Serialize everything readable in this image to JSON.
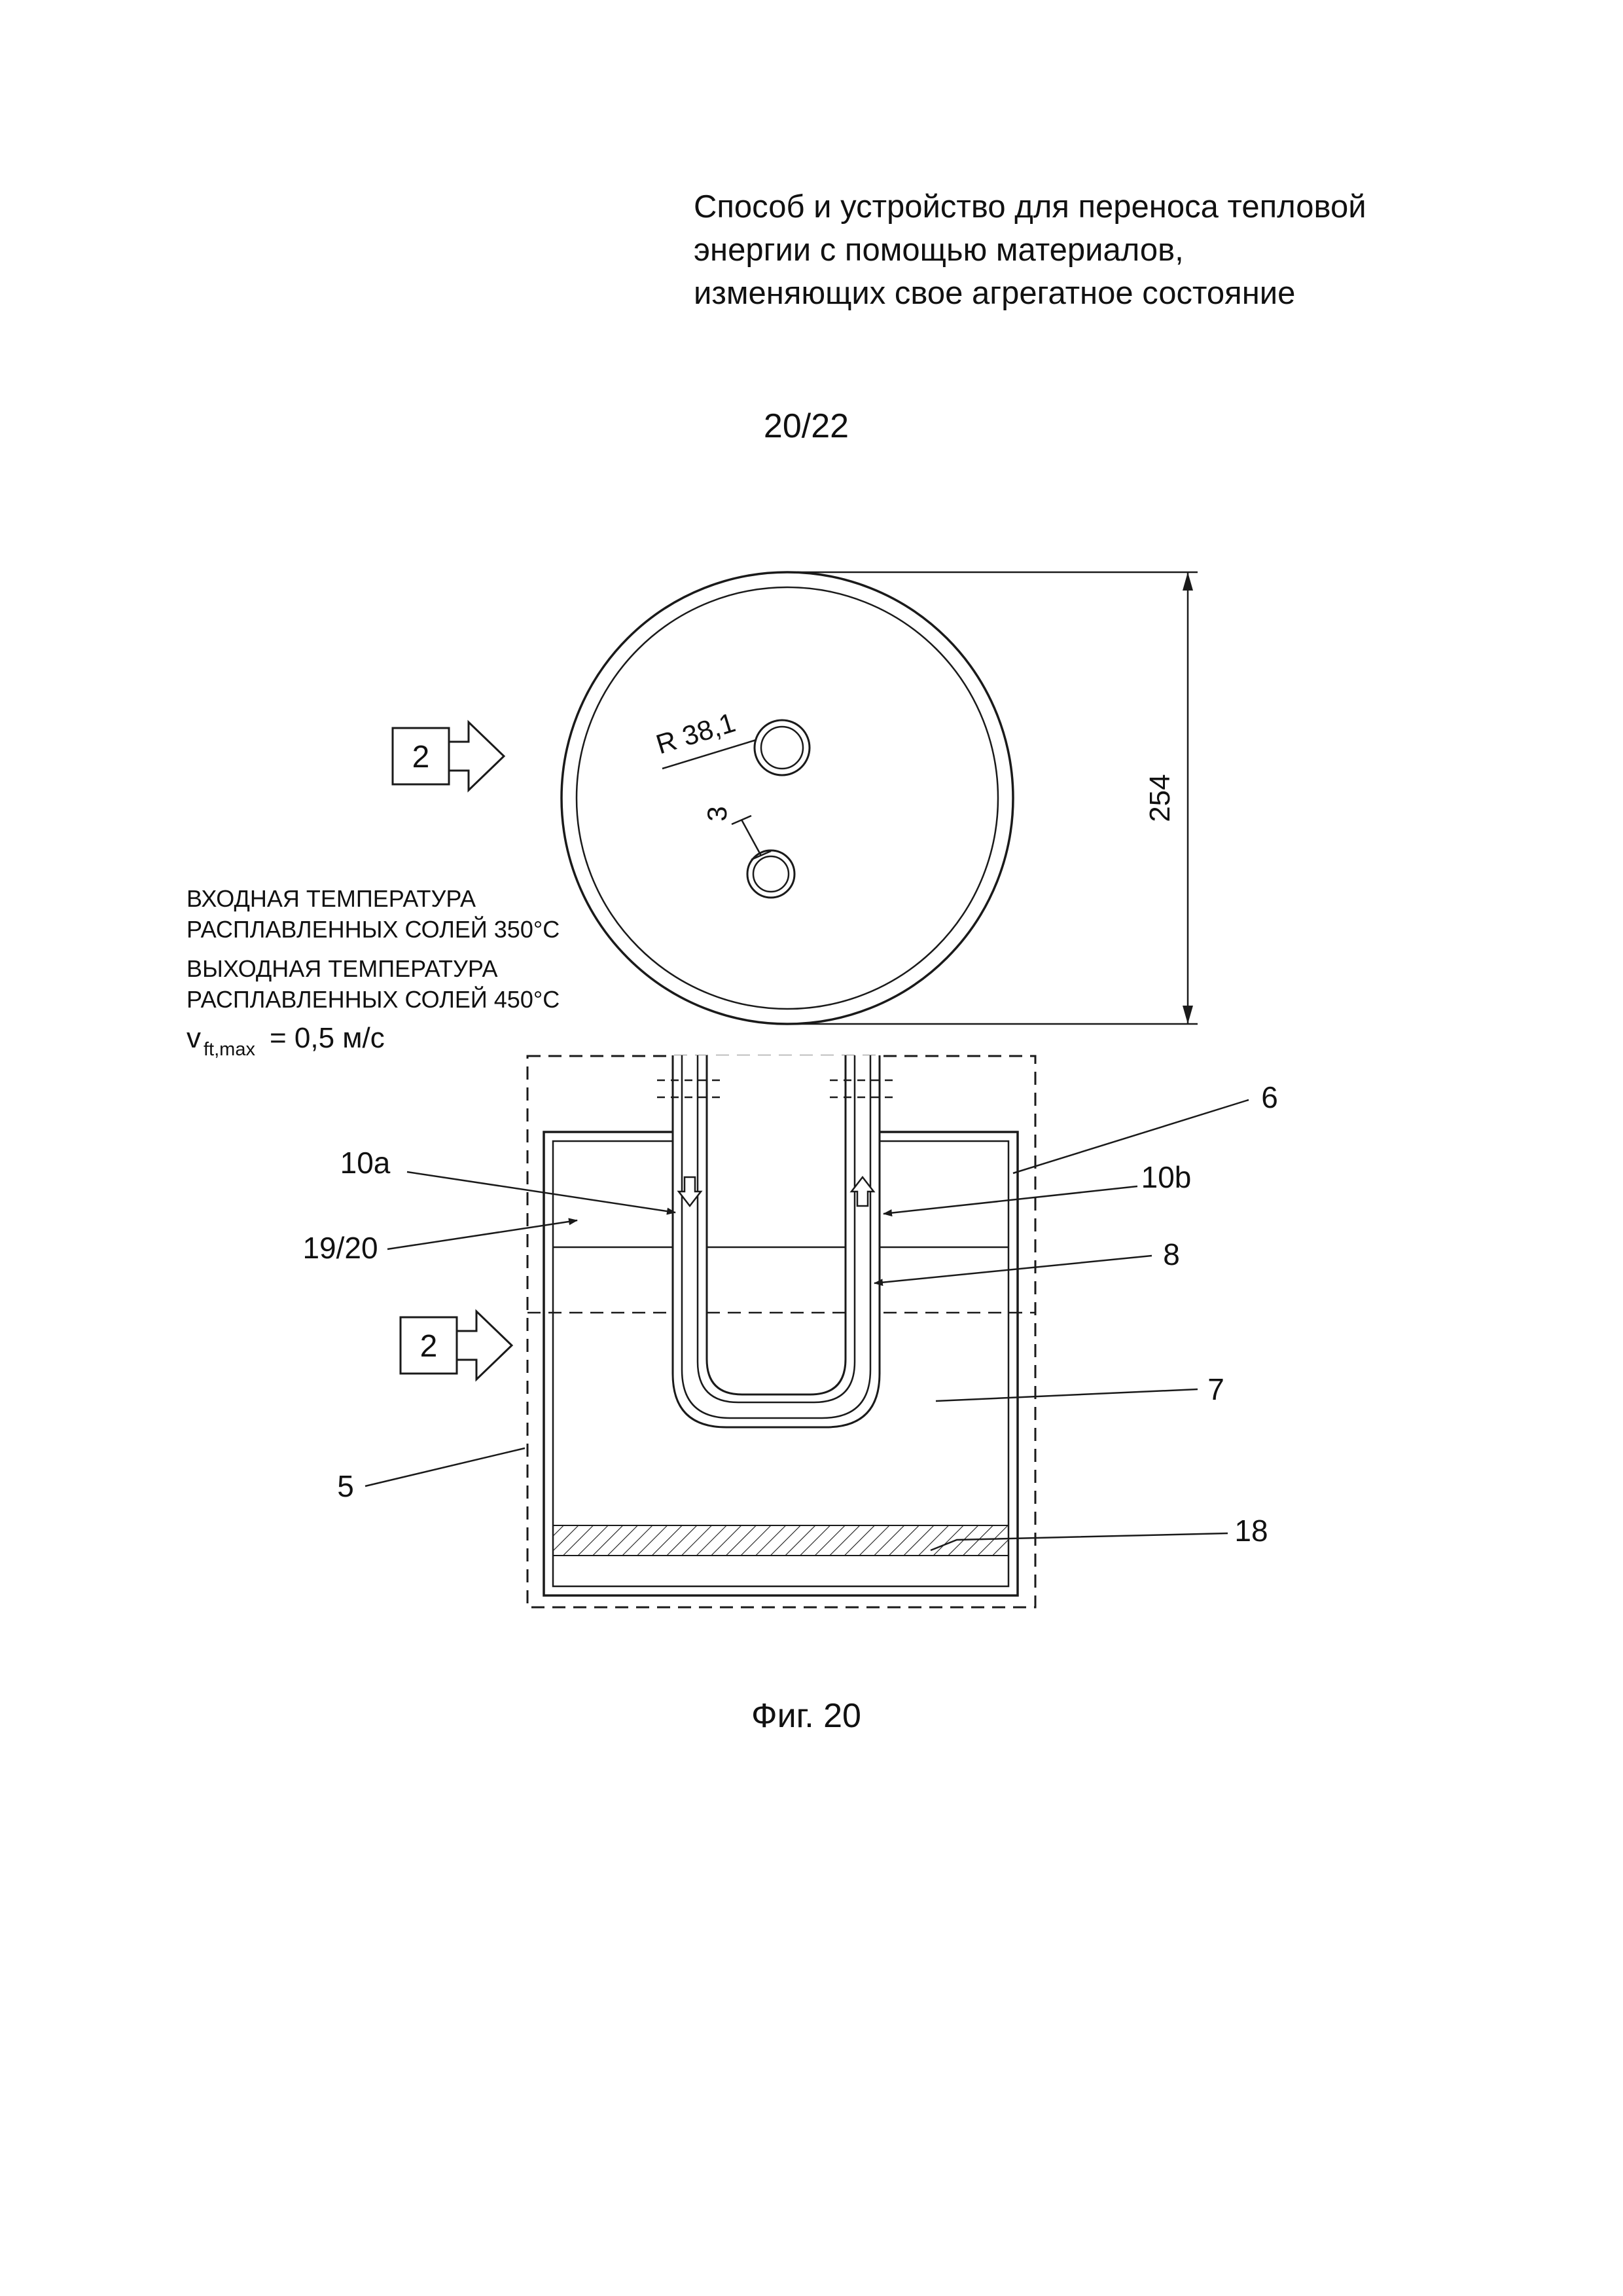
{
  "page": {
    "title_line1": "Способ и устройство для переноса тепловой",
    "title_line2": "энергии с помощью материалов,",
    "title_line3": "изменяющих свое агрегатное состояние",
    "page_number": "20/22",
    "figure_caption": "Фиг. 20"
  },
  "top_view": {
    "section_label": "2",
    "radius_label": "R 38,1",
    "tube_label": "3",
    "height_dim": "254"
  },
  "notes": {
    "inlet_line1": "ВХОДНАЯ ТЕМПЕРАТУРА",
    "inlet_line2": "РАСПЛАВЛЕННЫХ СОЛЕЙ 350°С",
    "outlet_line1": "ВЫХОДНАЯ ТЕМПЕРАТУРА",
    "outlet_line2": "РАСПЛАВЛЕННЫХ СОЛЕЙ 450°С",
    "velocity_var": "v",
    "velocity_sub": "ft,max",
    "velocity_value": "= 0,5 м/с"
  },
  "section_view": {
    "section_label": "2",
    "label_10a": "10a",
    "label_6": "6",
    "label_10b": "10b",
    "label_19_20": "19/20",
    "label_8": "8",
    "label_7": "7",
    "label_5": "5",
    "label_18": "18"
  }
}
